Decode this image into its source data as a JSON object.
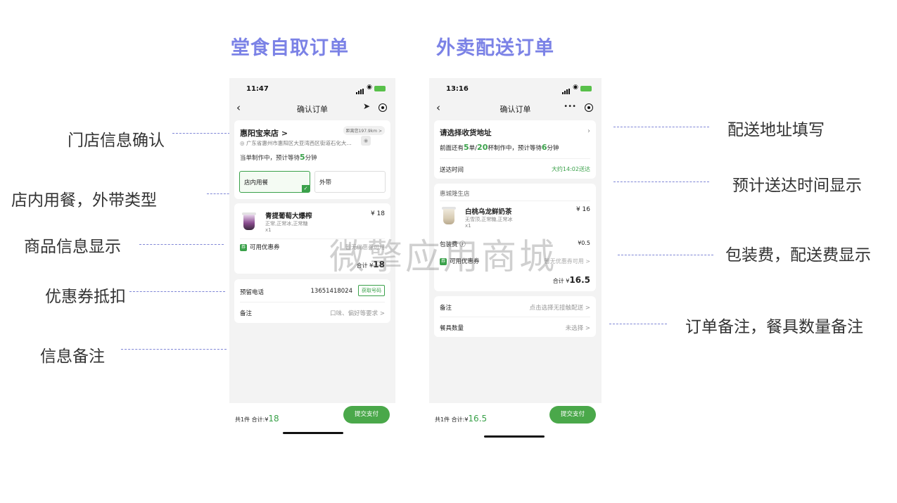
{
  "titles": {
    "left": "堂食自取订单",
    "right": "外卖配送订单"
  },
  "annotations_left": {
    "store_confirm": "门店信息确认",
    "dine_type": "店内用餐，外带类型",
    "product_info": "商品信息显示",
    "coupon": "优惠券抵扣",
    "remarks": "信息备注"
  },
  "annotations_right": {
    "address": "配送地址填写",
    "eta": "预计送达时间显示",
    "fees": "包装费，配送费显示",
    "order_notes": "订单备注，餐具数量备注"
  },
  "watermark": "微擎应用商城",
  "left_phone": {
    "time": "11:47",
    "nav_title": "确认订单",
    "store": {
      "name": "惠阳宝来店 >",
      "address": "广东省惠州市惠阳区大亚湾西区街道石化大...",
      "distance": "距离您197.9km >",
      "wait_prefix": "当单制作中，预计等待",
      "wait_num": "5",
      "wait_suffix": "分钟"
    },
    "options": {
      "dine_in": "店内用餐",
      "takeaway": "外带"
    },
    "product": {
      "name": "青提葡萄大爆榨",
      "spec": "正常,正常冰,正常糖",
      "qty": "x1",
      "price": "¥ 18"
    },
    "coupon_label": "可用优惠券",
    "coupon_hint": "暂无优惠券可用",
    "total_label": "合计 ¥",
    "total_value": "18",
    "phone_label": "预留电话",
    "phone_value": "13651418024",
    "get_number": "获取号码",
    "remark_label": "备注",
    "remark_hint": "口味、偏好等要求 >",
    "bottom": {
      "count": "共1件 合计:¥",
      "amount": "18",
      "pay": "提交支付"
    }
  },
  "right_phone": {
    "time": "13:16",
    "nav_title": "确认订单",
    "address_title": "请选择收货地址",
    "queue_a": "前面还有",
    "queue_n1": "5",
    "queue_b": "单/",
    "queue_n2": "20",
    "queue_c": "杯制作中，预计等待",
    "queue_n3": "6",
    "queue_d": "分钟",
    "delivery_label": "送达时间",
    "delivery_value": "大约14:02送达",
    "shop_name": "惠城隆生店",
    "product": {
      "name": "白桃乌龙鲜奶茶",
      "spec": "无雪顶,正常糖,正常冰",
      "qty": "x1",
      "price": "¥ 16"
    },
    "packing_label": "包装费",
    "packing_value": "¥0.5",
    "coupon_label": "可用优惠券",
    "coupon_hint": "暂无优惠券可用 >",
    "total_label": "合计 ¥",
    "total_value": "16.5",
    "remark_label": "备注",
    "remark_hint": "点击选择无接触配送 >",
    "cutlery_label": "餐具数量",
    "cutlery_hint": "未选择 >",
    "bottom": {
      "count": "共1件 合计:¥",
      "amount": "16.5",
      "pay": "提交支付"
    }
  }
}
